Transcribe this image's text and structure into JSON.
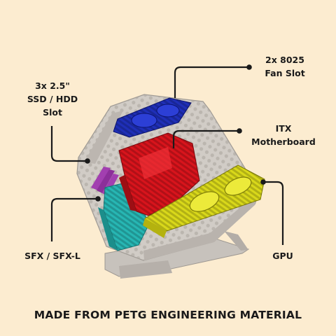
{
  "labels": {
    "fan_slot": "2x 8025\nFan Slot",
    "ssd_hdd_slot": "3x 2.5\"\nSSD / HDD\nSlot",
    "itx_motherboard": "ITX\nMotherboard",
    "sfx_psu": "SFX / SFX-L",
    "gpu": "GPU"
  },
  "footer": "MADE FROM PETG ENGINEERING MATERIAL",
  "colors": {
    "background": "#fcecd0",
    "case_frame": "#c9c4bf",
    "fan_tray": "#1f2fb8",
    "motherboard": "#d8141c",
    "psu": "#27b6b3",
    "gpu": "#d9d81a",
    "ram": "#a23fb0",
    "leader_line": "#1a1a1a"
  }
}
